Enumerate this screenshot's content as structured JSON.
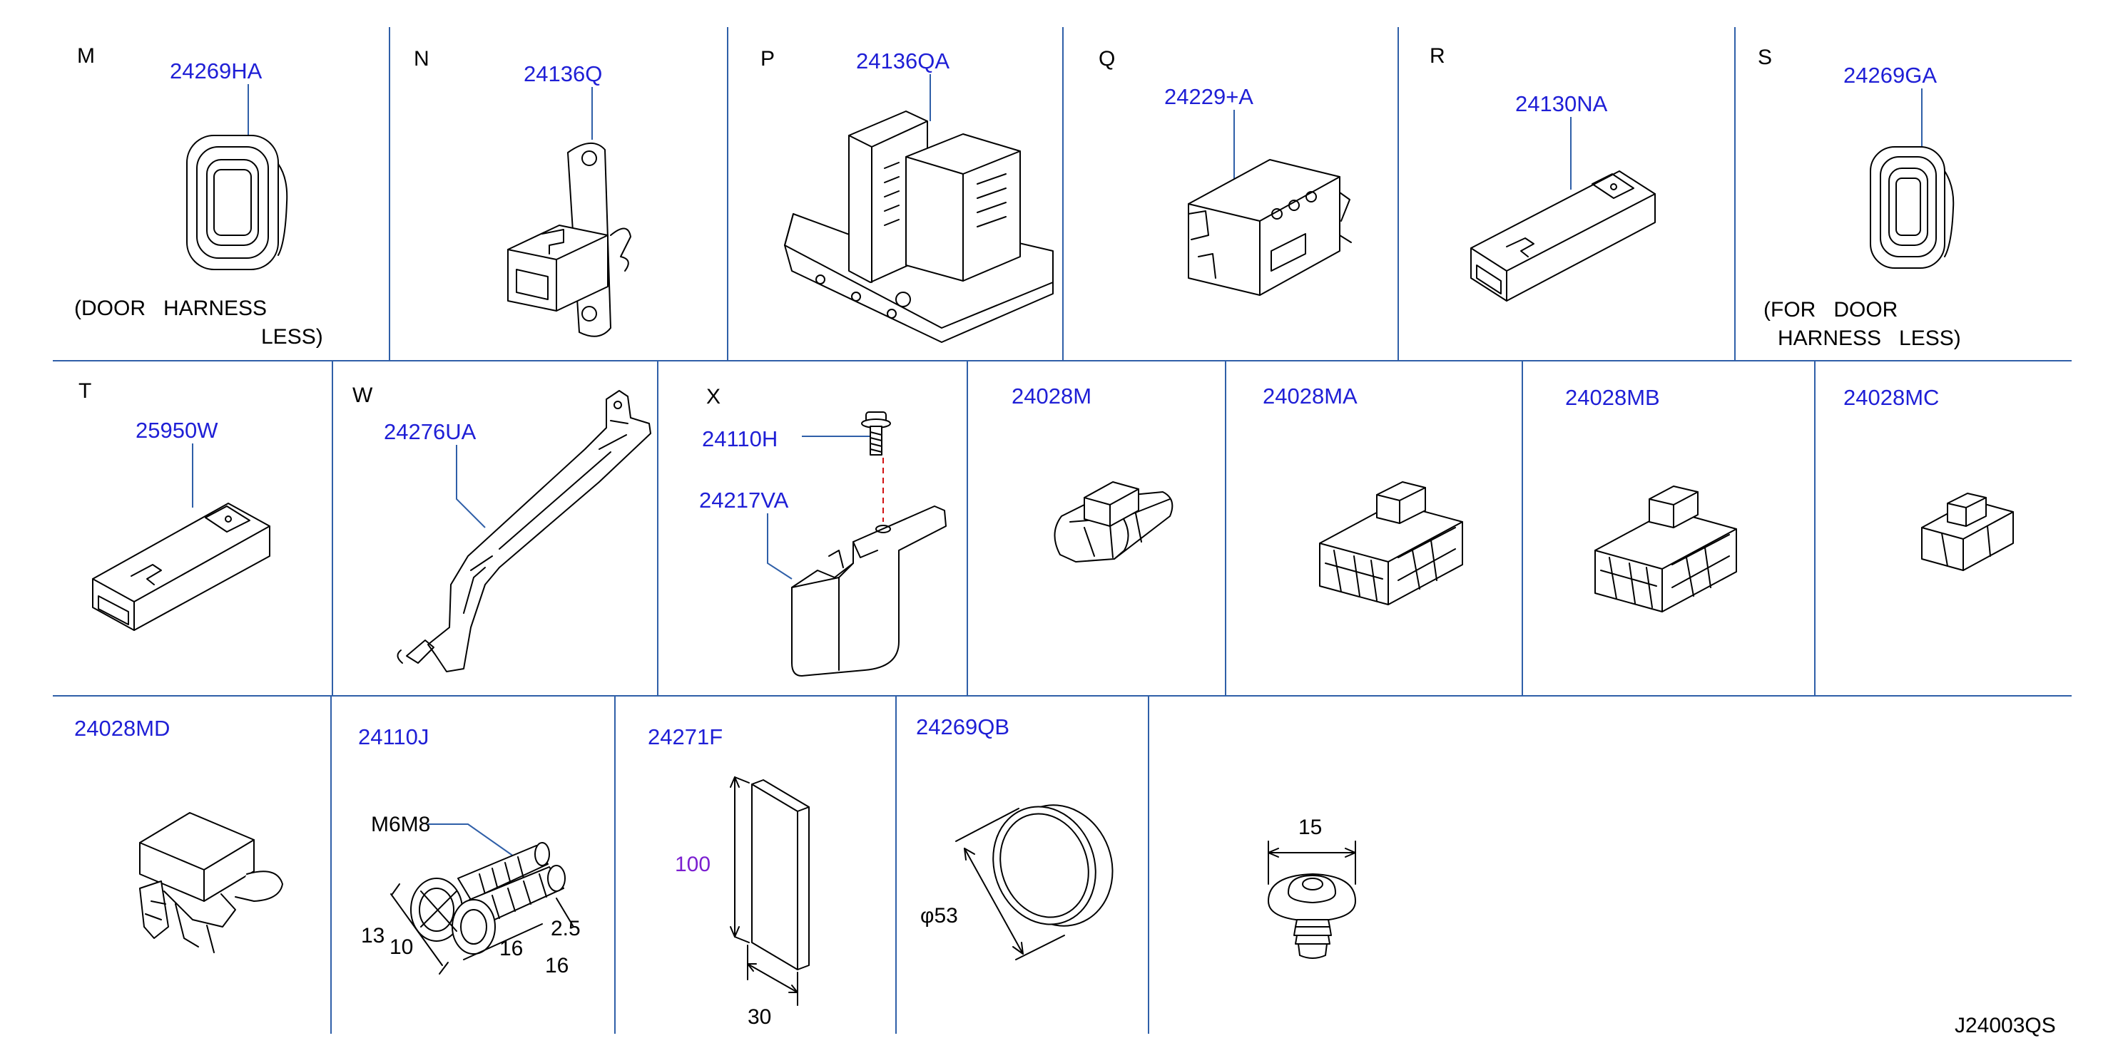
{
  "colors": {
    "grid": "#2f5fa8",
    "part_number": "#1f1fd6",
    "ink": "#000000",
    "dim_highlight": "#7b1fd0",
    "guide": "#d01010"
  },
  "cells": {
    "M": {
      "letter": "M",
      "part": "24269HA",
      "note1": "(DOOR   HARNESS",
      "note2": "LESS)"
    },
    "N": {
      "letter": "N",
      "part": "24136Q"
    },
    "P": {
      "letter": "P",
      "part": "24136QA"
    },
    "Q": {
      "letter": "Q",
      "part": "24229+A"
    },
    "R": {
      "letter": "R",
      "part": "24130NA"
    },
    "S": {
      "letter": "S",
      "part": "24269GA",
      "note1": "(FOR   DOOR",
      "note2": "HARNESS   LESS)"
    },
    "T": {
      "letter": "T",
      "part": "25950W"
    },
    "W": {
      "letter": "W",
      "part": "24276UA"
    },
    "X": {
      "letter": "X",
      "part1": "24110H",
      "part2": "24217VA"
    },
    "c24028M": {
      "part": "24028M"
    },
    "c24028MA": {
      "part": "24028MA"
    },
    "c24028MB": {
      "part": "24028MB"
    },
    "c24028MC": {
      "part": "24028MC"
    },
    "c24028MD": {
      "part": "24028MD"
    },
    "c24110J": {
      "part": "24110J",
      "m_label": "M6M8",
      "d13": "13",
      "d10": "10",
      "d16a": "16",
      "d25": "2.5",
      "d16b": "16"
    },
    "c24271F": {
      "part": "24271F",
      "d100": "100",
      "d30": "30"
    },
    "c24269QB": {
      "part": "24269QB",
      "dphi": "φ53"
    },
    "clip": {
      "d15": "15"
    }
  },
  "footer": {
    "code": "J24003QS"
  }
}
